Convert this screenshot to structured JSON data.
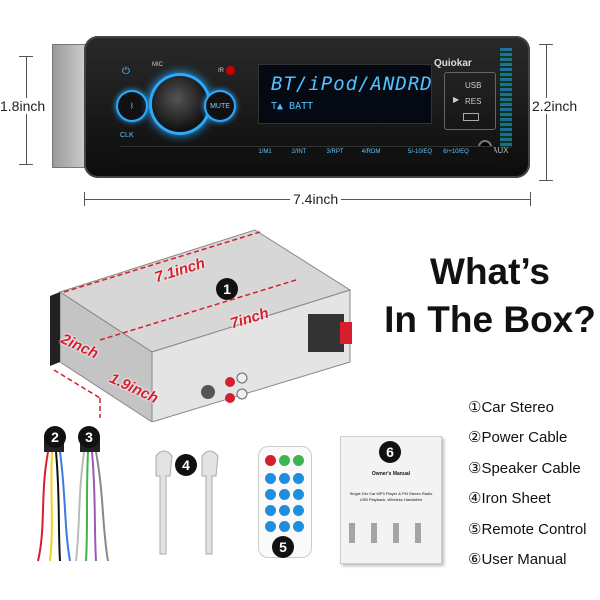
{
  "product_photo": {
    "dimensions": {
      "height_front": "1.8inch",
      "height_overall": "2.2inch",
      "width": "7.4inch"
    },
    "head_unit": {
      "brand": "Quiokar",
      "mic_label": "MIC",
      "ir_label": "IR",
      "mute_label": "MUTE",
      "clk_label": "CLK",
      "display_line1": "BT/iPod/ANDRD",
      "display_line2": "T▲ BATT",
      "usb_label": "USB",
      "res_label": "RES",
      "aux_label": "AUX",
      "preset_buttons": [
        "1/M1",
        "2/INT",
        "3/RPT",
        "4/RDM",
        "5/-10/EQ",
        "6/+10/EQ"
      ]
    }
  },
  "box_contents": {
    "title_line1": "What’s",
    "title_line2": "In The Box?",
    "items": [
      {
        "num": "①",
        "label": "Car Stereo"
      },
      {
        "num": "②",
        "label": "Power Cable"
      },
      {
        "num": "③",
        "label": "Speaker Cable"
      },
      {
        "num": "④",
        "label": "Iron Sheet"
      },
      {
        "num": "⑤",
        "label": "Remote Control"
      },
      {
        "num": "⑥",
        "label": "User Manual"
      }
    ],
    "badges": [
      "1",
      "2",
      "3",
      "4",
      "5",
      "6"
    ],
    "chassis_dims": {
      "top_length": "7.1inch",
      "side_length": "7inch",
      "front_height": "2inch",
      "depth": "1.9inch"
    },
    "manual": {
      "title": "Owner's Manual",
      "subtitle": "Single Din Car MP3 Player & FM Stereo Radio USB Playback, Wireless Handsfree"
    }
  },
  "colors": {
    "accent_blue": "#2aa9ff",
    "dimension_red": "#d61f2e",
    "badge_black": "#111111"
  }
}
